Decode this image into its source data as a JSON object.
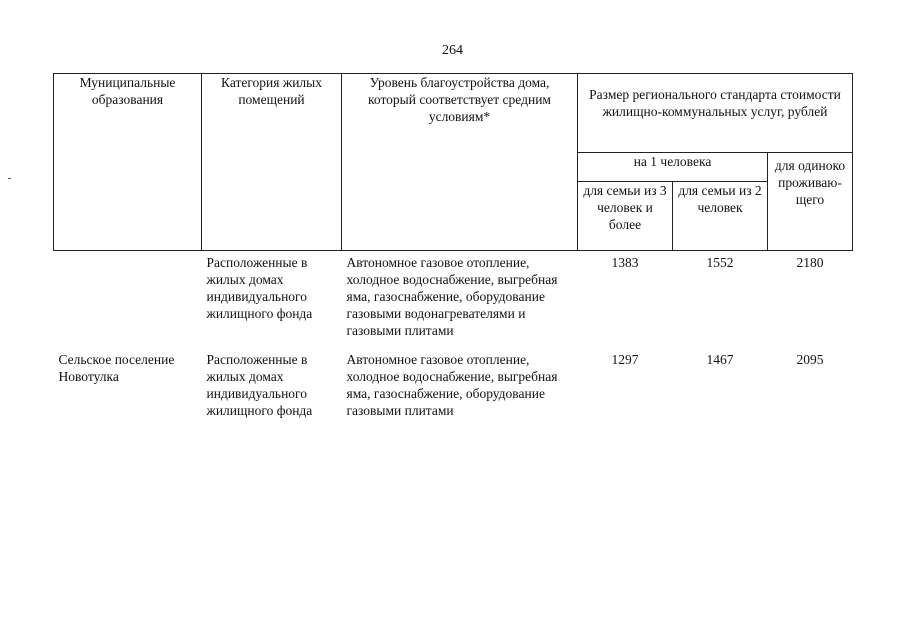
{
  "page_number": "264",
  "header": {
    "municipality": "Муниципальные образования",
    "category": "Категория жилых помещений",
    "comfort_level": "Уровень благоустройства дома, который соответствует средним условиям*",
    "standard_size": "Размер регионального стандарта стоимости жилищно-коммунальных услуг, рублей",
    "per_person": "на 1 человека",
    "single_resident": "для одиноко проживаю-щего",
    "family_3": "для семьи из 3 человек и более",
    "family_2": "для семьи из 2 человек"
  },
  "rows": [
    {
      "municipality": "",
      "category": "Расположенные в жилых домах индивидуального жилищного фонда",
      "comfort_level": "Автономное газовое отопление, холодное водоснабжение, выгребная яма, газоснабжение, оборудование газовыми водонагревателями и газовыми плитами",
      "family_3": "1383",
      "family_2": "1552",
      "single": "2180"
    },
    {
      "municipality": "Сельское поселение Новотулка",
      "category": "Расположенные в жилых домах индивидуального жилищного фонда",
      "comfort_level": "Автономное газовое отопление, холодное водоснабжение, выгребная яма, газоснабжение, оборудование газовыми плитами",
      "family_3": "1297",
      "family_2": "1467",
      "single": "2095"
    }
  ]
}
